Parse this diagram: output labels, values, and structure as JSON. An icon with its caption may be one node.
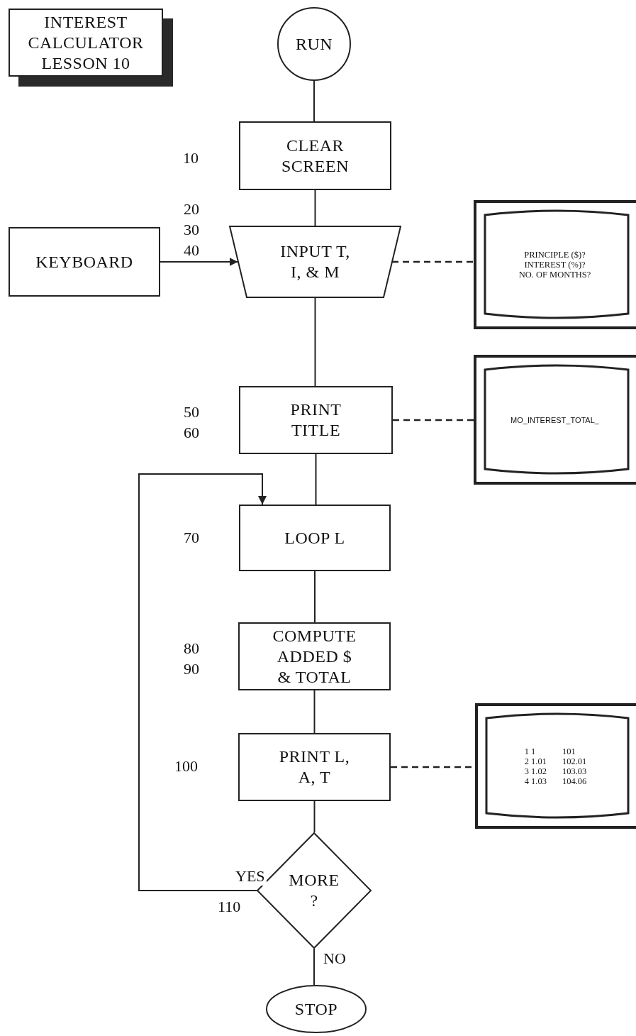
{
  "diagram": {
    "nodes": [
      {
        "text": [
          "INTEREST CALCULATOR LESSON 10"
        ]
      },
      {
        "text": [
          "RUN"
        ]
      },
      {
        "text": [
          "CLEAR SCREEN"
        ],
        "beside": [
          "10"
        ]
      },
      {
        "text": [
          "INPUT T, I, & M"
        ],
        "beside": [
          "20",
          "30",
          "40"
        ]
      },
      {
        "text": [
          "KEYBOARD"
        ]
      },
      {
        "text": [
          "PRINCIPLE ($)?",
          "INTEREST (%)?",
          "NO. OF MONTHS?"
        ]
      },
      {
        "text": [
          "PRINT TITLE"
        ],
        "beside": [
          "50",
          "60"
        ]
      },
      {
        "text": [
          "MO_INTEREST_TOTAL_"
        ]
      },
      {
        "text": [
          "LOOP L"
        ],
        "beside": [
          "70"
        ]
      },
      {
        "text": [
          "COMPUTE ADDED $ & TOTAL"
        ],
        "beside": [
          "80",
          "90"
        ]
      },
      {
        "text": [
          "PRINT L, A, T"
        ],
        "beside": [
          "100"
        ]
      },
      {
        "text": [
          "1 1",
          "101",
          "2 1.01",
          "102.01",
          "3 1.02",
          "103.03",
          "4 1.03",
          "104.06"
        ]
      },
      {
        "text": [
          "MORE ?"
        ],
        "beside": [
          "110"
        ]
      },
      {
        "text": [
          "STOP"
        ]
      }
    ],
    "edges": [
      {
        "from": 1,
        "to": 2,
        "arrow": "none"
      },
      {
        "from": 2,
        "to": 3,
        "arrow": "none"
      },
      {
        "from": 4,
        "to": 3,
        "arrow": "to"
      },
      {
        "from": 3,
        "to": 5,
        "arrow": "none",
        "style": "dashed"
      },
      {
        "from": 3,
        "to": 6,
        "arrow": "none"
      },
      {
        "from": 6,
        "to": 7,
        "arrow": "none",
        "style": "dashed"
      },
      {
        "from": 6,
        "to": 8,
        "arrow": "none"
      },
      {
        "from": 12,
        "to": 8,
        "arrow": "to",
        "label": "YES"
      },
      {
        "from": 8,
        "to": 9,
        "arrow": "none"
      },
      {
        "from": 9,
        "to": 10,
        "arrow": "none"
      },
      {
        "from": 10,
        "to": 11,
        "arrow": "none",
        "style": "dashed"
      },
      {
        "from": 10,
        "to": 12,
        "arrow": "none"
      },
      {
        "from": 12,
        "to": 13,
        "arrow": "none",
        "label": "NO"
      }
    ]
  }
}
